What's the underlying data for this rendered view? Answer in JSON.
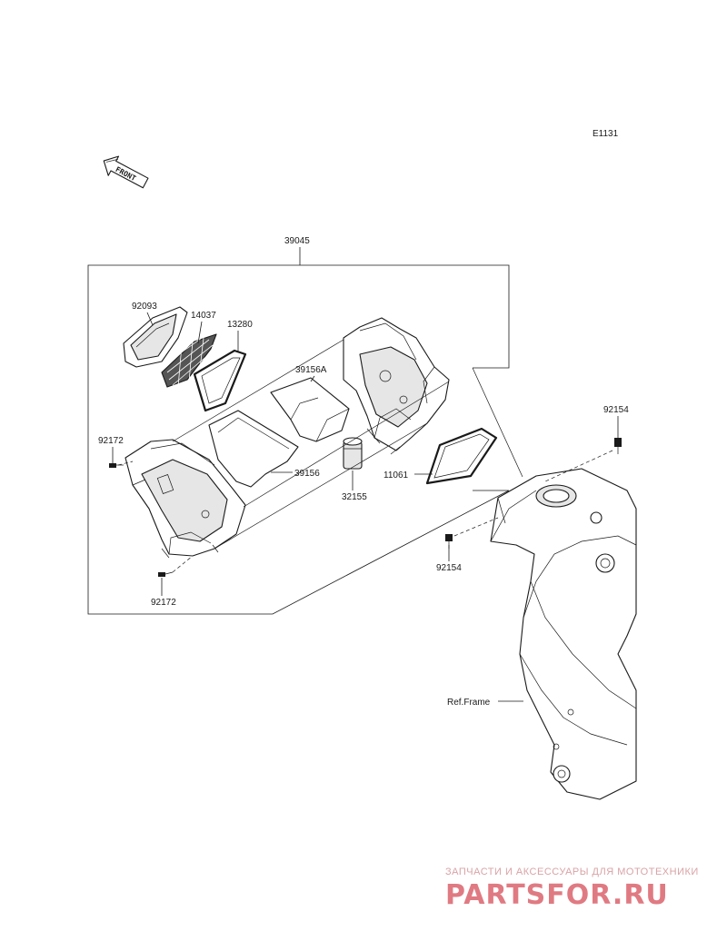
{
  "diagram": {
    "code": "E1131",
    "front_label": "FRONT",
    "assembly_part": "39045",
    "parts": {
      "p92093": "92093",
      "p14037": "14037",
      "p13280": "13280",
      "p39156A": "39156A",
      "p92172_top": "92172",
      "p39156": "39156",
      "p32155": "32155",
      "p11061": "11061",
      "p92172_bottom": "92172",
      "p92154_top": "92154",
      "p92154_bottom": "92154"
    },
    "ref_frame": "Ref.Frame"
  },
  "watermark": {
    "subtitle": "ЗАПЧАСТИ И АКСЕССУАРЫ ДЛЯ МОТОТЕХНИКИ",
    "brand": "PARTSFOR.RU",
    "color": "#e07a82"
  }
}
